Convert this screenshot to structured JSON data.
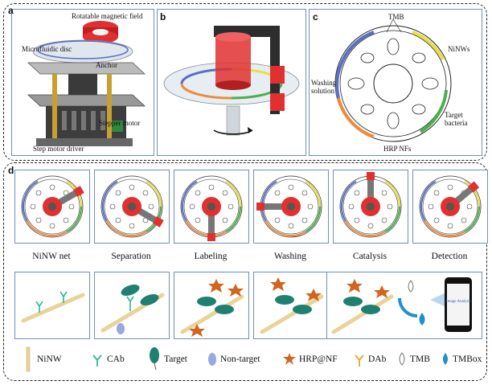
{
  "panels": {
    "a": {
      "label": "a",
      "callouts": [
        "Rotatable magnetic field",
        "Microfluidic disc",
        "Anchor",
        "Stepper motor",
        "Step motor driver"
      ]
    },
    "b": {
      "label": "b"
    },
    "c": {
      "label": "c",
      "callouts": [
        "TMB",
        "NiNWs",
        "Washing solution",
        "Target bacteria",
        "HRP NFs"
      ]
    },
    "d": {
      "label": "d"
    }
  },
  "steps": [
    "NiNW net",
    "Separation",
    "Labeling",
    "Washing",
    "Catalysis",
    "Detection"
  ],
  "phone_text": "Image Analysis",
  "legend": [
    "NiNW",
    "CAb",
    "Target",
    "Non-target",
    "HRP@NF",
    "DAb",
    "TMB",
    "TMBox"
  ],
  "colors": {
    "frame": "#6f8fb8",
    "magnet": "#e03030",
    "ring_blue": "#5a6fc0",
    "ring_yellow": "#e6e040",
    "ring_green": "#4cae4c",
    "ring_orange": "#f08a3c",
    "wire": "#e8d49a",
    "antibody": "#2fb69a",
    "bacteria": "#1f7f70",
    "hrp": "#d0651f",
    "dab": "#f0a030",
    "tmb_ox": "#1e90d0"
  }
}
